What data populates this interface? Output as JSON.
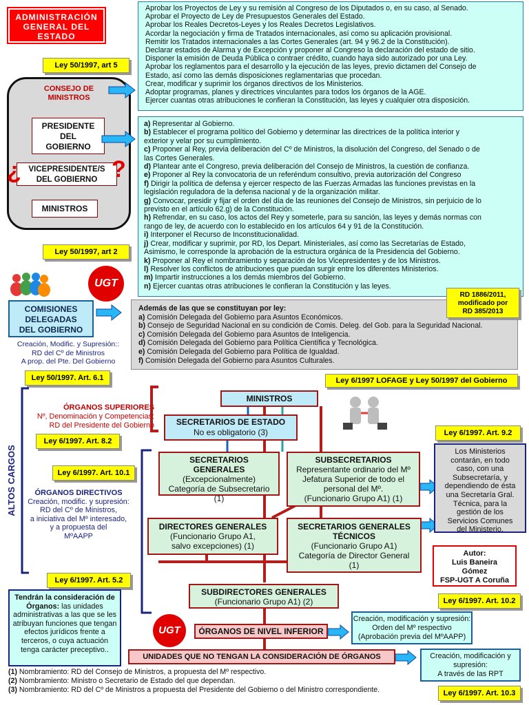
{
  "title": {
    "line1": "ADMINISTRACIÓN",
    "line2": "GENERAL DEL",
    "line3": "ESTADO"
  },
  "notes": {
    "ley50_art5": "Ley 50/1997, art 5",
    "ley50_art2": "Ley 50/1997, art 2",
    "ley50_art61": "Ley 50/1997. Art. 6.1",
    "rd_line1": "RD 1886/2011,",
    "rd_line2": "modificado por",
    "rd_line3": "RD 385/2013",
    "lofage": "Ley 6/1997 LOFAGE y Ley 50/1997 del Gobierno",
    "art82": "Ley 6/1997. Art. 8.2",
    "art101": "Ley 6/1997. Art. 10.1",
    "art92": "Ley 6/1997. Art. 9.2",
    "art52": "Ley 6/1997. Art. 5.2",
    "art102": "Ley 6/1997. Art. 10.2",
    "art103": "Ley 6/1997. Art. 10.3"
  },
  "consejo": {
    "title1": "CONSEJO DE",
    "title2": "MINISTROS",
    "presidente1": "PRESIDENTE",
    "presidente2": "DEL",
    "presidente3": "GOBIERNO",
    "vice1": "VICEPRESIDENTE/S",
    "vice2": "DEL GOBIERNO",
    "qopen": "¿",
    "qclose": "?",
    "ministros": "MINISTROS"
  },
  "consejo_functions": [
    "Aprobar los Proyectos de Ley y su remisión al Congreso de los Diputados o, en su caso, al Senado.",
    "Aprobar el Proyecto de Ley de Presupuestos Generales del Estado.",
    "Aprobar los Reales Decretos-Leyes y los Reales Decretos Legislativos.",
    "Acordar la negociación y firma de Tratados internacionales, así como su aplicación provisional.",
    "Remitir los Tratados internacionales a las Cortes Generales (art. 94 y 96.2 de la Constitución).",
    "Declarar estados de Alarma y de Excepción y proponer al Congreso la declaración del estado de sitio.",
    "Disponer la emisión de Deuda Pública o contraer crédito, cuando haya sido autorizado por una Ley.",
    "Aprobar los reglamentos para el desarrollo y la ejecución de las leyes, previo dictamen del Consejo de",
    "Estado, así como las demás disposiciones reglamentarias que procedan.",
    "Crear, modificar y suprimir los órganos directivos de los Ministerios.",
    "Adoptar programas, planes y directrices vinculantes para todos los órganos de la AGE.",
    "Ejercer cuantas otras atribuciones le confieran la Constitución, las leyes y cualquier otra disposición."
  ],
  "presidente_functions": [
    {
      "k": "a)",
      "t": "Representar al Gobierno."
    },
    {
      "k": "b)",
      "t": "Establecer el programa político del Gobierno y determinar las directrices de la política interior y"
    },
    {
      "k": "",
      "t": "exterior y velar por su cumplimiento."
    },
    {
      "k": "c)",
      "t": "Proponer al Rey, previa deliberación del Cº de Ministros, la disolución del Congreso, del Senado o de"
    },
    {
      "k": "",
      "t": "las Cortes Generales."
    },
    {
      "k": "d)",
      "t": "Plantear ante el Congreso, previa deliberación del Consejo de Ministros, la cuestión de confianza."
    },
    {
      "k": "e)",
      "t": "Proponer al Rey la convocatoria de un referéndum consultivo, previa autorización del Congreso"
    },
    {
      "k": "f)",
      "t": "Dirigir la política de defensa y ejercer respecto de las Fuerzas Armadas las funciones previstas en la"
    },
    {
      "k": "",
      "t": "legislación reguladora de la defensa nacional y de la organización militar."
    },
    {
      "k": "g)",
      "t": "Convocar, presidir y fijar el orden del día de las reuniones del Consejo de Ministros, sin perjuicio de lo"
    },
    {
      "k": "",
      "t": "previsto en el artículo 62.g) de la Constitución."
    },
    {
      "k": "h)",
      "t": "Refrendar, en su caso, los actos del Rey y someterle, para su sanción, las leyes y demás normas con"
    },
    {
      "k": "",
      "t": "rango de ley, de acuerdo con lo establecido en los artículos 64 y 91 de la Constitución."
    },
    {
      "k": "i)",
      "t": "Interponer el Recurso de Inconstitucionalidad."
    },
    {
      "k": "j)",
      "t": "Crear, modificar y suprimir, por RD, los Depart. Ministeriales, así como las Secretarías de Estado,"
    },
    {
      "k": "",
      "t": "Asimismo, le corresponde la aprobación de la estructura orgánica de la Presidencia del Gobierno."
    },
    {
      "k": "k)",
      "t": "Proponer al Rey el nombramiento y separación de los Vicepresidentes y de los Ministros."
    },
    {
      "k": "l)",
      "t": "Resolver los conflictos de atribuciones que puedan surgir entre los diferentes Ministerios."
    },
    {
      "k": "m)",
      "t": "Impartir instrucciones a los demás miembros del Gobierno."
    },
    {
      "k": "n)",
      "t": "Ejercer cuantas otras atribuciones le confieran la Constitución y las leyes."
    }
  ],
  "comisiones": {
    "box1": "COMISIONES",
    "box2": "DELEGADAS",
    "box3": "DEL GOBIERNO",
    "creacion1": "Creación, Modific. y Supresión::",
    "creacion2": "RD del Cº de Ministros",
    "creacion3": "A prop. del Pte. Del Gobierno",
    "header": "Además de las que se constituyan por ley:",
    "items": [
      {
        "k": "a)",
        "t": "Comisión Delegada del Gobierno para Asuntos Económicos."
      },
      {
        "k": "b)",
        "t": "Consejo de Seguridad Nacional en su condición de Comis. Deleg. del Gob. para la Seguridad Nacional."
      },
      {
        "k": "c)",
        "t": "Comisión Delegada del Gobierno para Asuntos de Inteligencia."
      },
      {
        "k": "d)",
        "t": "Comisión Delegada del Gobierno para Política Científica y Tecnológica."
      },
      {
        "k": "e)",
        "t": "Comisión Delegada del Gobierno para Política de Igualdad."
      },
      {
        "k": "f)",
        "t": "Comisión Delegada del Gobierno para Asuntos Culturales."
      }
    ]
  },
  "logo_text": "UGT",
  "altos_cargos": "ALTOS CARGOS",
  "organos_superiores": {
    "title": "ÓRGANOS SUPERIORES",
    "l1": "Nº, Denominación y Competencias:",
    "l2": "RD del Presidente del Gobierno"
  },
  "organos_directivos": {
    "title": "ÓRGANOS DIRECTIVOS",
    "l1": "Creación, modific. y supresión:",
    "l2": "RD del Cº de Ministros,",
    "l3": "a iniciativa del Mº interesado,",
    "l4": "y a propuesta del",
    "l5": "MºAAPP"
  },
  "org": {
    "ministros": "MINISTROS",
    "sec_estado1": "SECRETARIOS DE ESTADO",
    "sec_estado2": "No es obligatorio (3)",
    "sec_gen1": "SECRETARIOS",
    "sec_gen2": "GENERALES",
    "sec_gen3": "(Excepcionalmente)",
    "sec_gen4": "Categoría de Subsecretario",
    "sec_gen5": "(1)",
    "subsec1": "SUBSECRETARIOS",
    "subsec2": "Representante ordinario del Mº",
    "subsec3": "Jefatura Superior de todo el",
    "subsec4": "personal del Mº.",
    "subsec5": "(Funcionario Grupo A1)      (1)",
    "dir1": "DIRECTORES GENERALES",
    "dir2": "(Funcionario Grupo A1,",
    "dir3": "salvo excepciones)    (1)",
    "sgt1": "SECRETARIOS GENERALES",
    "sgt2": "TÉCNICOS",
    "sgt3": "(Funcionario Grupo A1)",
    "sgt4": "Categoría de Director General",
    "sgt5": "(1)",
    "subdir1": "SUBDIRECTORES GENERALES",
    "subdir2": "(Funcionario Grupo A1)      (2)",
    "inferior": "ÓRGANOS DE NIVEL INFERIOR",
    "unidades": "UNIDADES QUE NO TENGAN LA CONSIDERACIÓN DE ÓRGANOS"
  },
  "ministerios_note": [
    "Los Ministerios",
    "contarán, en todo",
    "caso, con una",
    "Subsecretaría, y",
    "dependiendo de ésta",
    "una Secretaría Gral.",
    "Técnica, para la",
    "gestión de los",
    "Servicios Comunes",
    "del Ministerio."
  ],
  "autor": {
    "l1": "Autor:",
    "l2": "Luis Baneira",
    "l3": "Gómez",
    "l4": "FSP-UGT A Coruña"
  },
  "consideracion": {
    "bold": "Tendrán la consideración de Órganos:",
    "lines": [
      "las unidades",
      "administrativas a las que",
      "se les atribuyan funciones",
      "que tengan efectos",
      "jurídicos frente a terceros,",
      "o cuya actuación tenga",
      "carácter preceptivo.."
    ]
  },
  "inferior_note": {
    "l1": "Creación, modificación y supresión:",
    "l2": "Orden del Mº respectivo",
    "l3": "(Aprobación previa del MºAAPP)"
  },
  "unidades_note": {
    "l1": "Creación, modificación y",
    "l2": "supresión:",
    "l3": "A través de las RPT"
  },
  "footnotes": [
    {
      "k": "(1)",
      "t": "Nombramiento: RD del Consejo de Ministros, a propuesta del Mº respectivo."
    },
    {
      "k": "(2)",
      "t": "Nombramiento: Ministro o Secretario de Estado del que dependan."
    },
    {
      "k": "(3)",
      "t": "Nombramiento: RD del Cº de Ministros a propuesta del Presidente del Gobierno o del Ministro correspondiente."
    }
  ],
  "colors": {
    "red": "#cc0000",
    "navy": "#1a237e",
    "yellow": "#ffff00",
    "aqua": "#ccfff5"
  }
}
